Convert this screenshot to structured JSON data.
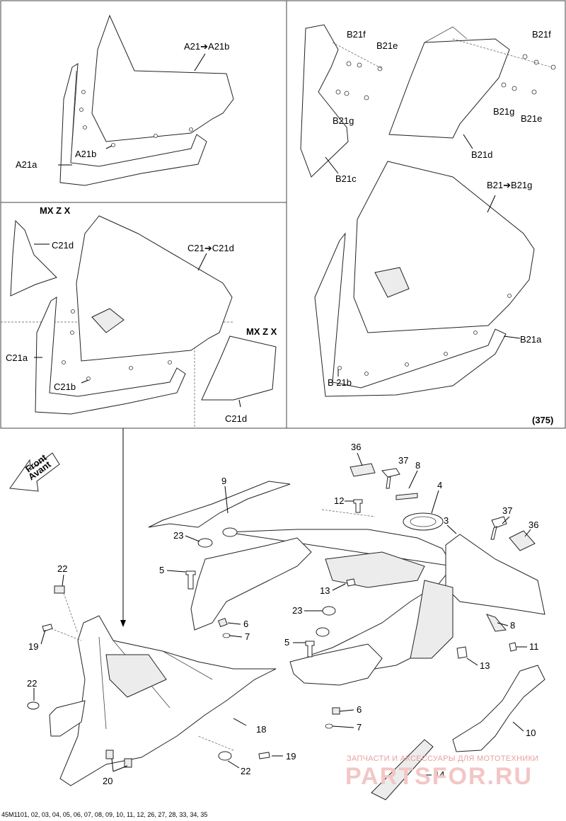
{
  "footer_text": "45M1101, 02, 03, 04, 05, 06, 07, 08, 09, 10, 11, 12, 26, 27, 28, 33, 34, 35",
  "watermark": {
    "tagline": "ЗАПЧАСТИ И АКСЕССУАРЫ ДЛЯ МОТОТЕХНИКИ",
    "logo": "PARTSFOR.RU"
  },
  "front_arrow": {
    "line1": "Front",
    "line2": "Avant"
  },
  "panels": {
    "a": {
      "label_a21_ab": "A21➔A21b",
      "label_a21a": "A21a",
      "label_a21b": "A21b"
    },
    "b": {
      "label_b21f_1": "B21f",
      "label_b21e_1": "B21e",
      "label_b21f_2": "B21f",
      "label_b21g_1": "B21g",
      "label_b21g_2": "B21g",
      "label_b21e_2": "B21e",
      "label_b21d": "B21d",
      "label_b21c": "B21c",
      "label_b21_bg": "B21➔B21g",
      "label_b21a": "B21a",
      "label_b21b": "B 21b",
      "note_375": "(375)"
    },
    "c": {
      "title_mx1": "MX Z X",
      "title_mx2": "MX Z X",
      "label_c21d_1": "C21d",
      "label_c21_cd": "C21➔C21d",
      "label_c21a": "C21a",
      "label_c21b": "C21b",
      "label_c21d_2": "C21d"
    }
  },
  "callouts": [
    "3",
    "4",
    "5",
    "5",
    "6",
    "6",
    "7",
    "7",
    "8",
    "8",
    "9",
    "10",
    "11",
    "12",
    "13",
    "13",
    "14",
    "18",
    "19",
    "19",
    "20",
    "22",
    "22",
    "22",
    "23",
    "23",
    "36",
    "36",
    "37",
    "37"
  ]
}
